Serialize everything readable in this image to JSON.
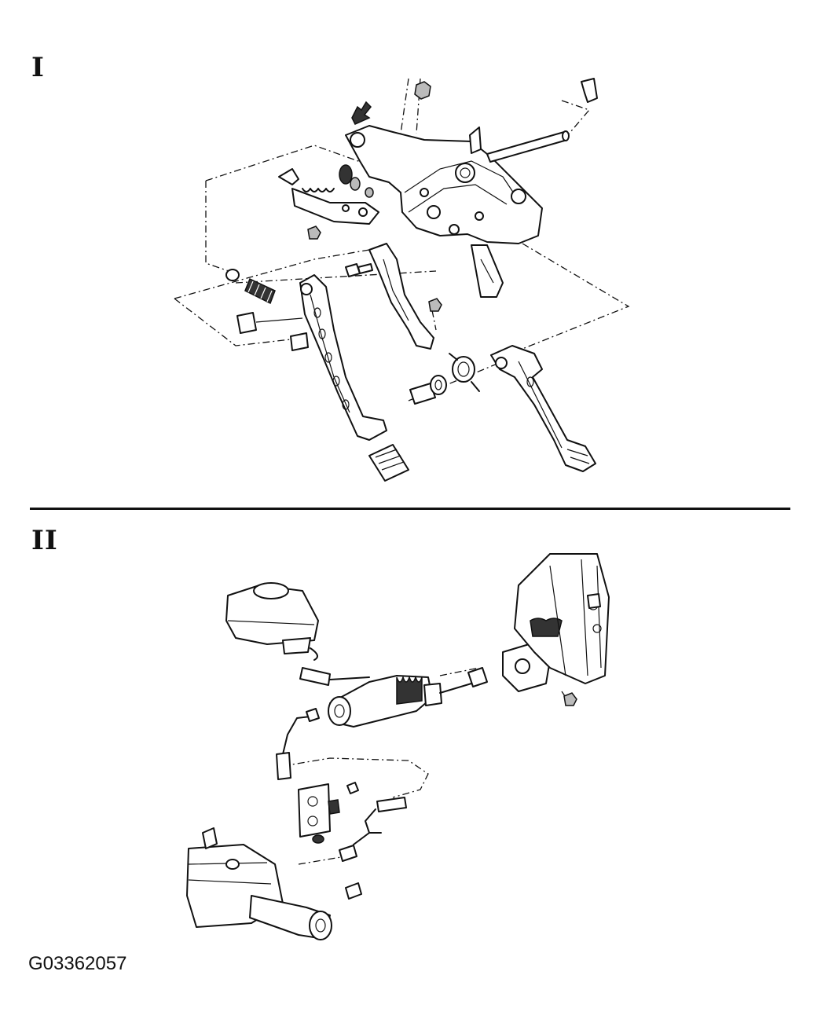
{
  "sections": [
    {
      "label": "I"
    },
    {
      "label": "II"
    }
  ],
  "figure_code": "G03362057"
}
